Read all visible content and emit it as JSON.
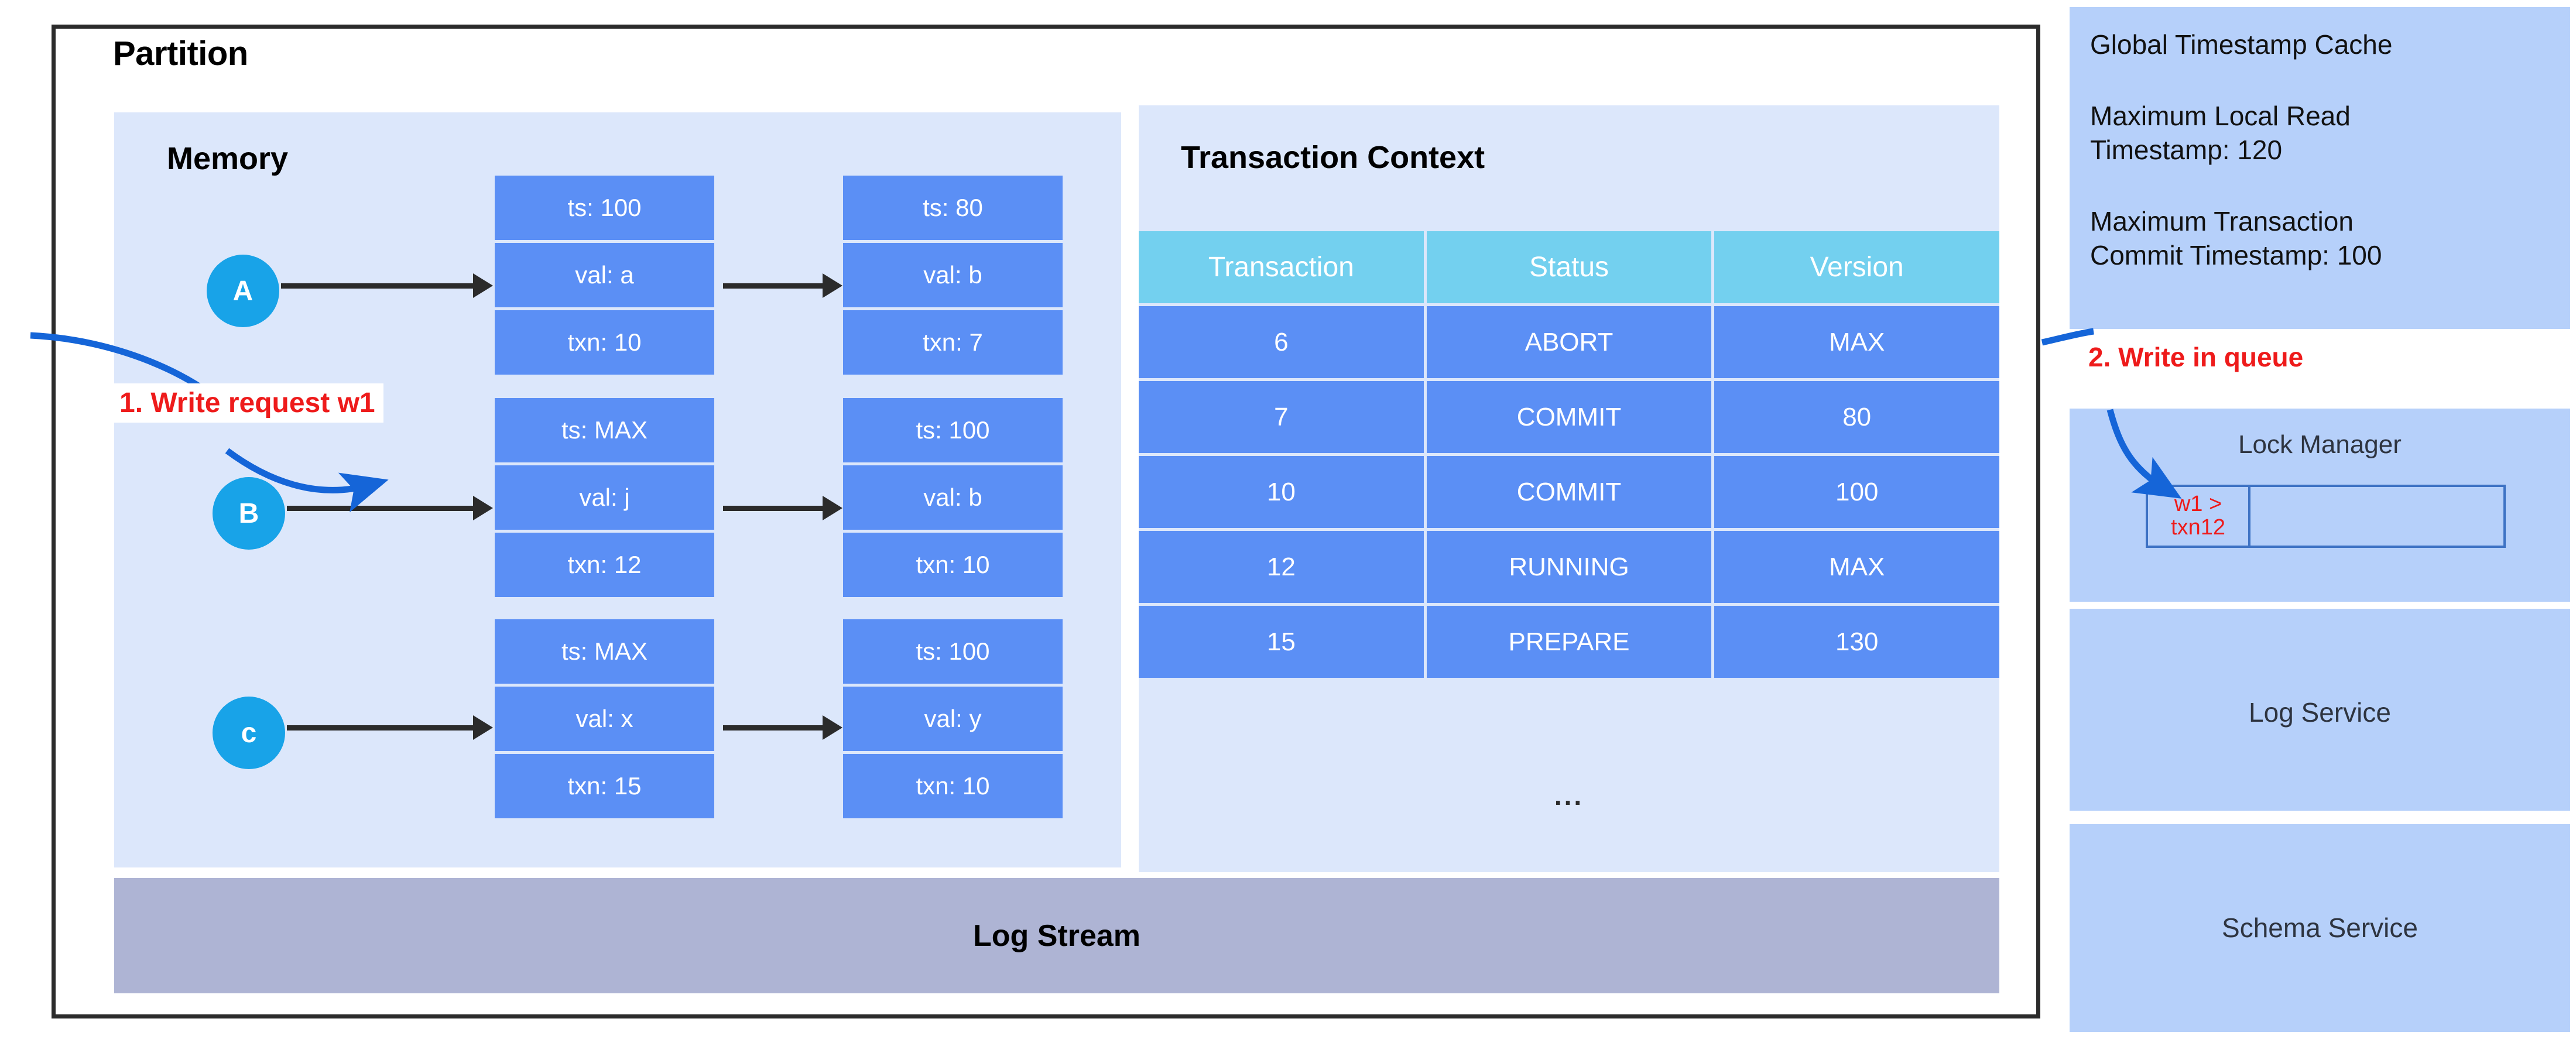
{
  "partition": {
    "title": "Partition",
    "memory": {
      "title": "Memory",
      "rows": [
        {
          "key": "A",
          "versions": [
            {
              "ts": "ts: 100",
              "val": "val: a",
              "txn": "txn: 10"
            },
            {
              "ts": "ts: 80",
              "val": "val: b",
              "txn": "txn: 7"
            }
          ]
        },
        {
          "key": "B",
          "versions": [
            {
              "ts": "ts: MAX",
              "val": "val: j",
              "txn": "txn: 12"
            },
            {
              "ts": "ts: 100",
              "val": "val: b",
              "txn": "txn: 10"
            }
          ]
        },
        {
          "key": "c",
          "versions": [
            {
              "ts": "ts: MAX",
              "val": "val: x",
              "txn": "txn: 15"
            },
            {
              "ts": "ts: 100",
              "val": "val: y",
              "txn": "txn: 10"
            }
          ]
        }
      ]
    },
    "transaction_context": {
      "title": "Transaction Context",
      "columns": [
        "Transaction",
        "Status",
        "Version"
      ],
      "rows": [
        [
          "6",
          "ABORT",
          "MAX"
        ],
        [
          "7",
          "COMMIT",
          "80"
        ],
        [
          "10",
          "COMMIT",
          "100"
        ],
        [
          "12",
          "RUNNING",
          "MAX"
        ],
        [
          "15",
          "PREPARE",
          "130"
        ]
      ],
      "overflow": "..."
    },
    "log_stream": "Log Stream"
  },
  "sidebar": {
    "global_timestamp_cache": {
      "title": "Global Timestamp Cache",
      "max_local_read": "Maximum Local Read\nTimestamp: 120",
      "max_commit": "Maximum Transaction\nCommit Timestamp: 100"
    },
    "lock_manager": {
      "title": "Lock Manager",
      "queue": [
        "w1 >\ntxn12",
        ""
      ]
    },
    "log_service": "Log Service",
    "schema_service": "Schema Service"
  },
  "annotations": {
    "step1": "1. Write request w1",
    "step2": "2. Write in queue"
  },
  "colors": {
    "panel_bg": "#dce7fb",
    "sidebar_panel_bg": "#b6d0fa",
    "version_cell": "#5b8ff5",
    "table_header": "#73d0ef",
    "key_circle": "#18a3e8",
    "log_stream": "#aeb4d4",
    "annotation_red": "#ee1b1b",
    "flow_arrow_blue": "#1565d8",
    "border_dark": "#2b2b2b"
  }
}
